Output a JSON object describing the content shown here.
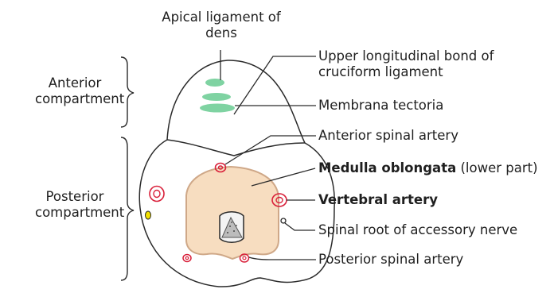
{
  "labels": {
    "apical_ligament": [
      "Apical ligament of",
      "dens"
    ],
    "anterior_compartment": [
      "Anterior",
      "compartment"
    ],
    "posterior_compartment": [
      "Posterior",
      "compartment"
    ],
    "upper_bond": [
      "Upper longitudinal bond of",
      "cruciform ligament"
    ],
    "membrana_tectoria": "Membrana tectoria",
    "anterior_spinal_artery": "Anterior spinal artery",
    "medulla_bold": "Medulla oblongata",
    "medulla_rest": " (lower part)",
    "vertebral_artery": "Vertebral artery",
    "accessory_nerve": "Spinal root of accessory nerve",
    "posterior_spinal_artery": "Posterior spinal artery"
  },
  "colors": {
    "outline": "#2a2a2a",
    "ligament_green": "#7fd3a2",
    "medulla_fill": "#f7ddc0",
    "medulla_edge": "#cfa888",
    "artery_red": "#d9203a",
    "canal_gray": "#bcbcbc",
    "nerve_yellow": "#f2e000"
  }
}
